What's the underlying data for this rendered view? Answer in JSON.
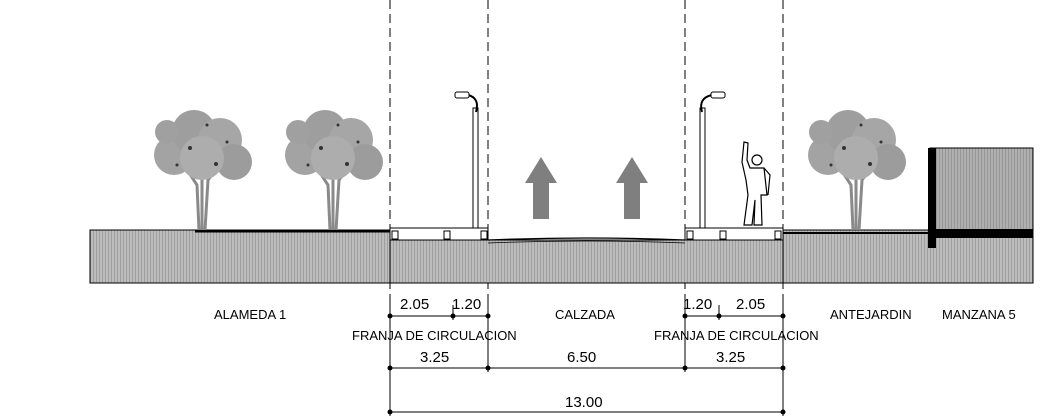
{
  "zones": {
    "alameda": "ALAMEDA 1",
    "calzada": "CALZADA",
    "antejardin": "ANTEJARDIN",
    "manzana": "MANZANA 5"
  },
  "franja_left": "FRANJA DE CIRCULACION",
  "franja_right": "FRANJA DE CIRCULACION",
  "dims": {
    "left_a": "2.05",
    "left_b": "1.20",
    "right_b": "1.20",
    "right_a": "2.05",
    "sidewalk_left": "3.25",
    "roadway": "6.50",
    "sidewalk_right": "3.25",
    "total": "13.00"
  },
  "elements": {
    "trees": [
      "tree-icon",
      "tree-icon",
      "tree-icon"
    ],
    "lamps": [
      "street-lamp-icon",
      "street-lamp-icon"
    ],
    "arrows": [
      "direction-arrow-icon",
      "direction-arrow-icon"
    ],
    "figure": "human-figure-icon",
    "building": "building-icon"
  },
  "colors": {
    "ground": "#b8b8b8",
    "tree": "#9a9a9a",
    "arrow": "#7f7f7f",
    "building": "#a9a9a9",
    "line": "#000000"
  }
}
